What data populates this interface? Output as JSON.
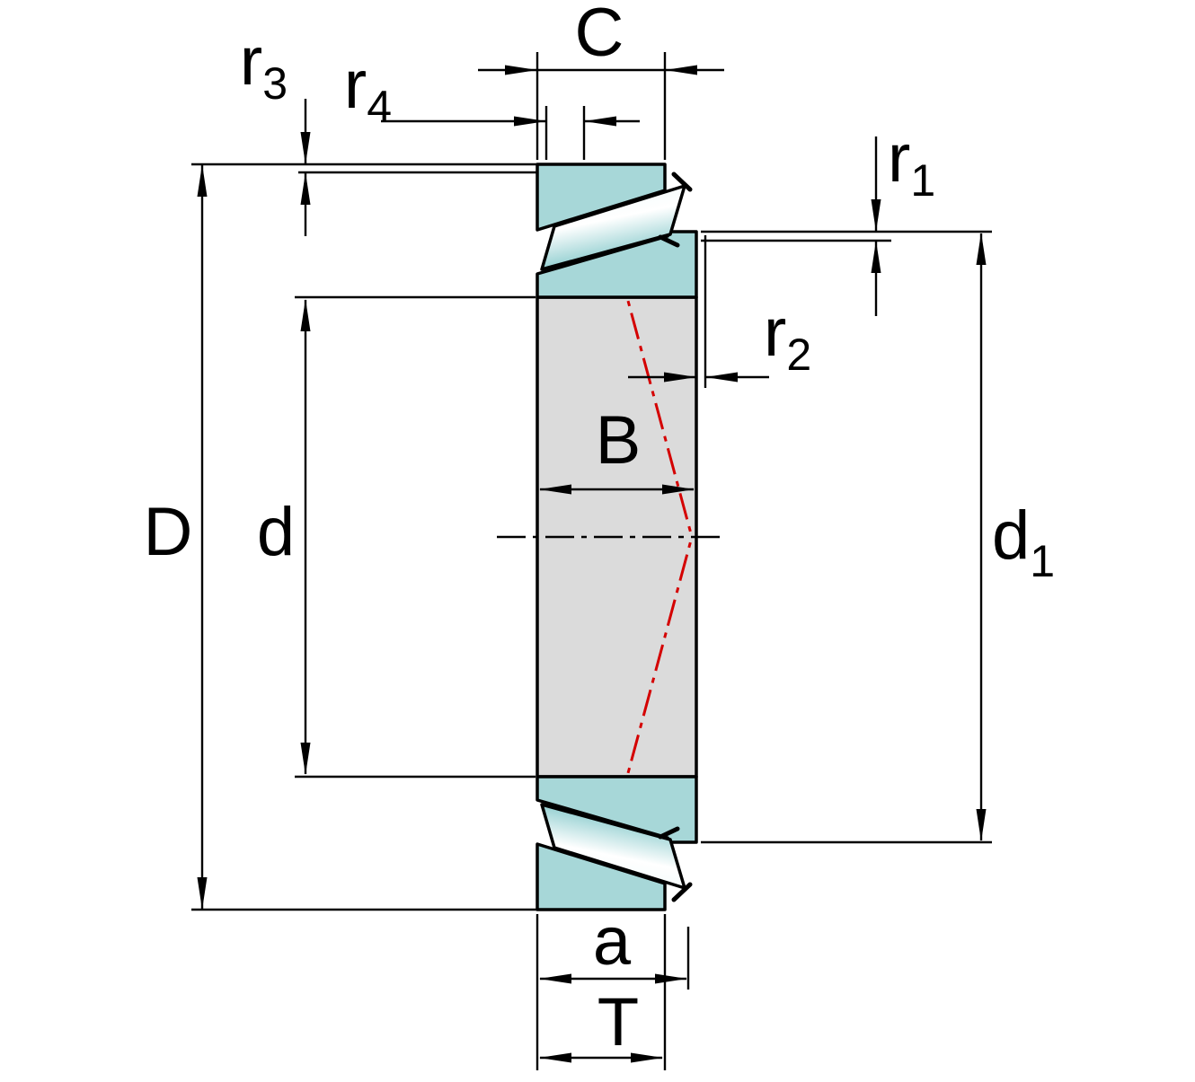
{
  "drawing": {
    "labels": {
      "C": {
        "text": "C"
      },
      "r4": {
        "base": "r",
        "sub": "4"
      },
      "r3": {
        "base": "r",
        "sub": "3"
      },
      "r1": {
        "base": "r",
        "sub": "1"
      },
      "r2": {
        "base": "r",
        "sub": "2"
      },
      "B": {
        "text": "B"
      },
      "D": {
        "text": "D"
      },
      "d": {
        "text": "d"
      },
      "d1": {
        "base": "d",
        "sub": "1"
      },
      "a": {
        "text": "a"
      },
      "T": {
        "text": "T"
      }
    },
    "colors": {
      "background": "#ffffff",
      "outline": "#000000",
      "ring_gray": "#dbdbdb",
      "bearing_teal": "#a7d7d8",
      "roller_teal": "#7ac4c6",
      "pressure_line_red": "#d40000"
    }
  }
}
